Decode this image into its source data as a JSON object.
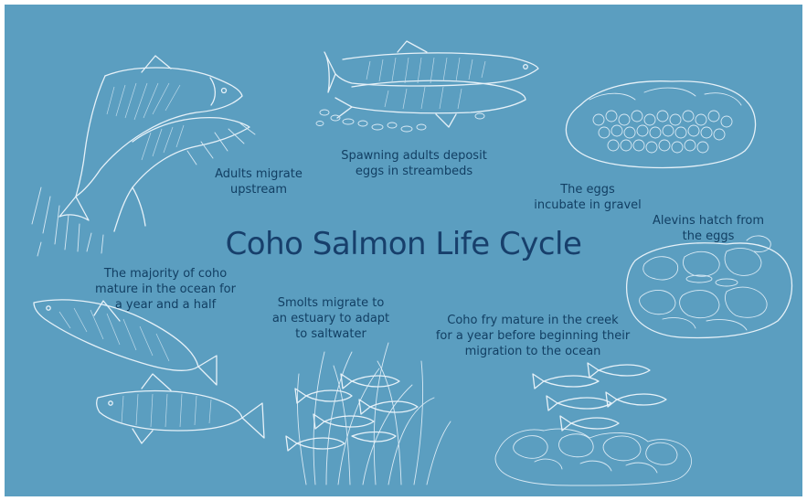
{
  "title": "Coho Salmon Life Cycle",
  "stages": {
    "upstream": {
      "lines": [
        "Adults migrate",
        "upstream"
      ]
    },
    "spawning": {
      "lines": [
        "Spawning adults deposit",
        "eggs in streambeds"
      ]
    },
    "eggs": {
      "lines": [
        "The eggs",
        "incubate in gravel"
      ]
    },
    "alevins": {
      "lines": [
        "Alevins hatch from",
        "the eggs"
      ]
    },
    "fry": {
      "lines": [
        "Coho fry mature in the creek",
        "for a year before beginning their",
        "migration to the ocean"
      ]
    },
    "smolts": {
      "lines": [
        "Smolts migrate to",
        "an estuary to adapt",
        "to saltwater"
      ]
    },
    "ocean": {
      "lines": [
        "The majority of coho",
        "mature in the ocean for",
        "a year and a half"
      ]
    }
  },
  "colors": {
    "background": "#5b9ec0",
    "text": "#123f63",
    "sketch": "#e6f1f8"
  }
}
